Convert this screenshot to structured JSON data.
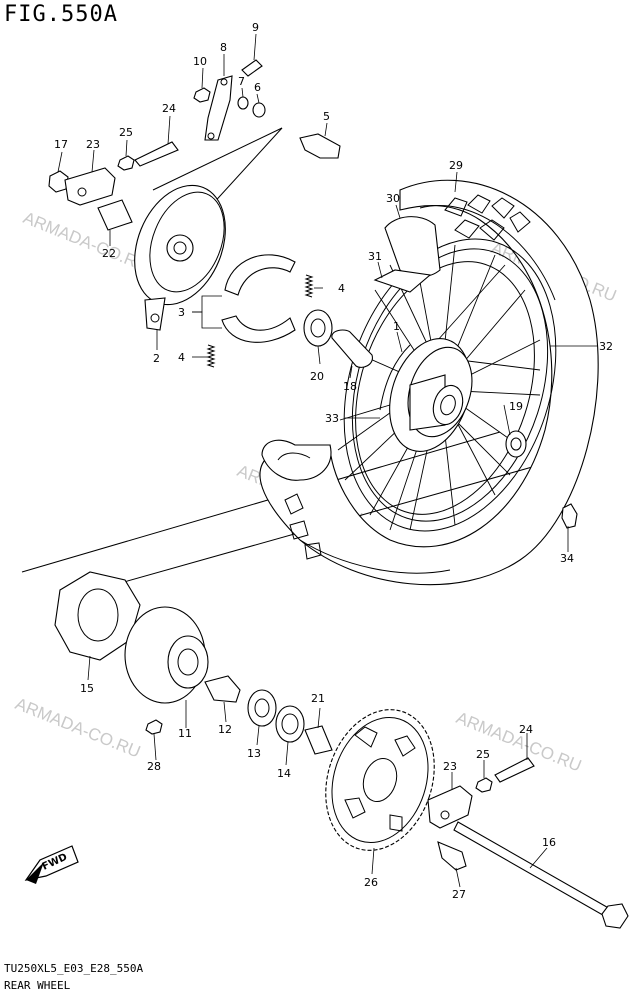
{
  "header": {
    "figure_id": "FIG.550A"
  },
  "footer": {
    "model_code": "TU250XL5_E03_E28_550A",
    "section_name": "REAR WHEEL"
  },
  "watermark": "ARMADA-CO.RU",
  "fwd_label": "FWD",
  "callouts": {
    "c1": "1",
    "c2": "2",
    "c3": "3",
    "c4a": "4",
    "c4b": "4",
    "c5": "5",
    "c6": "6",
    "c7": "7",
    "c8": "8",
    "c9": "9",
    "c10": "10",
    "c11": "11",
    "c12": "12",
    "c13": "13",
    "c14": "14",
    "c15": "15",
    "c16": "16",
    "c17": "17",
    "c18": "18",
    "c19": "19",
    "c20": "20",
    "c21": "21",
    "c22": "22",
    "c23a": "23",
    "c23b": "23",
    "c24a": "24",
    "c24b": "24",
    "c25a": "25",
    "c25b": "25",
    "c26": "26",
    "c27": "27",
    "c28": "28",
    "c29": "29",
    "c30": "30",
    "c31": "31",
    "c32": "32",
    "c33": "33",
    "c34": "34"
  }
}
